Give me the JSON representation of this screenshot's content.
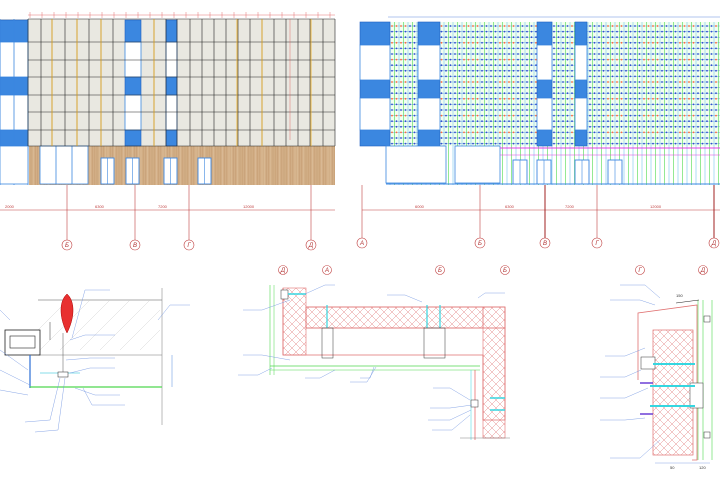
{
  "colors": {
    "glass": "#3b87e0",
    "panel": "#e9e8e1",
    "wood": "#d2ae86",
    "grid_green": "#5fe05f",
    "dim_red": "#c04040",
    "insulation": "#e07070",
    "bracket": "#36d6e0"
  },
  "elevation_left": {
    "axes": [
      "Б",
      "В",
      "Г",
      "Д"
    ],
    "dimensions": [
      "2000",
      "6300",
      "7200",
      "12000"
    ]
  },
  "elevation_right": {
    "axes": [
      "А",
      "Б",
      "В",
      "Г",
      "Д"
    ],
    "dimensions": [
      "6000",
      "6300",
      "7200",
      "12000"
    ]
  },
  "detail_middle": {
    "axes": [
      "Д",
      "А",
      "Б",
      "Б"
    ]
  },
  "detail_right": {
    "axes": [
      "Г",
      "Д"
    ],
    "dimensions": [
      "150",
      "50",
      "120"
    ]
  }
}
